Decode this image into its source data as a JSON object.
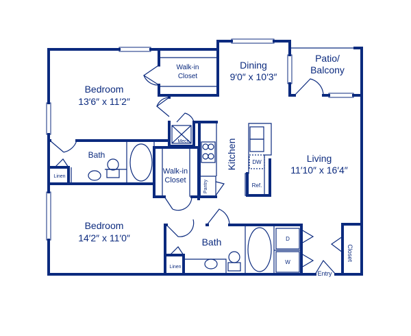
{
  "colors": {
    "wall": "#0b2a7e",
    "background": "#ffffff"
  },
  "rooms": {
    "bedroom1": {
      "name": "Bedroom",
      "size": "13′6″ x 11′2″"
    },
    "walkin1": {
      "line1": "Walk-in",
      "line2": "Closet"
    },
    "dining": {
      "name": "Dining",
      "size": "9′0″ x 10′3″"
    },
    "patio": {
      "line1": "Patio/",
      "line2": "Balcony"
    },
    "bath1": {
      "name": "Bath"
    },
    "linen1": {
      "name": "Linen"
    },
    "mech": {
      "name": "Mech"
    },
    "kitchen": {
      "name": "Kitchen"
    },
    "dw": {
      "name": "DW"
    },
    "ref": {
      "name": "Ref."
    },
    "walkin2": {
      "line1": "Walk-in",
      "line2": "Closet"
    },
    "pantry": {
      "name": "Pantry"
    },
    "living": {
      "name": "Living",
      "size": "11′10″ x 16′4″"
    },
    "bedroom2": {
      "name": "Bedroom",
      "size": "14′2″ x 11′0″"
    },
    "bath2": {
      "name": "Bath"
    },
    "linen2": {
      "name": "Linen"
    },
    "dryer": {
      "name": "D"
    },
    "washer": {
      "name": "W"
    },
    "closet": {
      "name": "Closet"
    },
    "entry": {
      "name": "Entry"
    }
  }
}
